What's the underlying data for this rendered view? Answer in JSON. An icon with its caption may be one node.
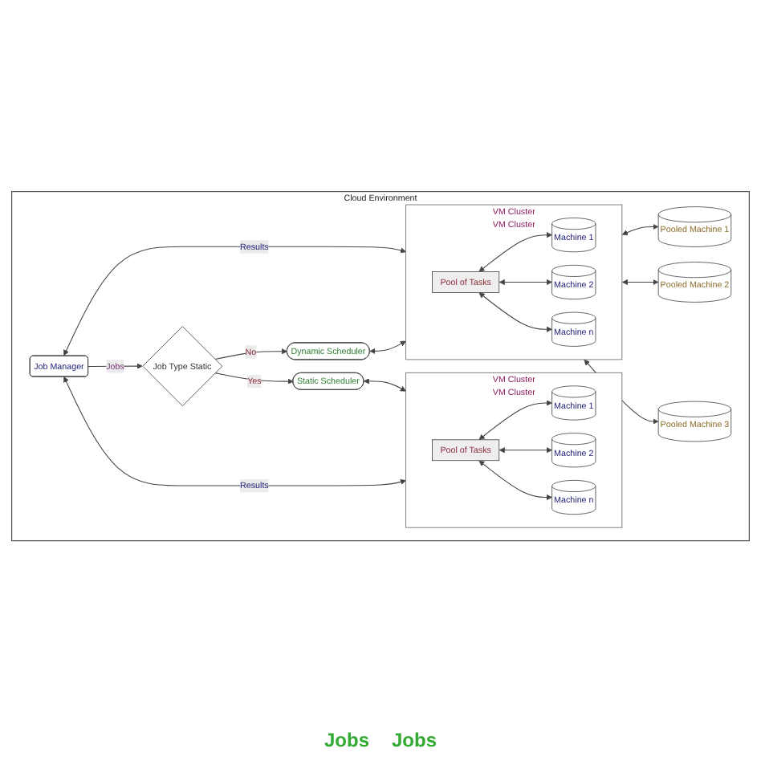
{
  "diagram": {
    "nodes": [
      {
        "text": [
          "Cloud Environment"
        ]
      },
      {
        "text": [
          "Job Manager"
        ],
        "in": 0
      },
      {
        "text": [
          "Job Type Static"
        ],
        "in": 0
      },
      {
        "text": [
          "Static Scheduler"
        ],
        "in": 0
      },
      {
        "text": [
          "Dynamic Scheduler"
        ],
        "in": 0
      },
      {
        "text": [
          "VM Cluster",
          "VM Cluster"
        ],
        "in": 0
      },
      {
        "text": [
          "Pool of Tasks"
        ],
        "in": 5
      },
      {
        "text": [
          "Machine 1"
        ],
        "in": 5
      },
      {
        "text": [
          "Machine 2"
        ],
        "in": 5
      },
      {
        "text": [
          "Machine n"
        ],
        "in": 5
      },
      {
        "text": [
          "VM Cluster",
          "VM Cluster"
        ],
        "in": 0
      },
      {
        "text": [
          "Pool of Tasks"
        ],
        "in": 10
      },
      {
        "text": [
          "Machine 1"
        ],
        "in": 10
      },
      {
        "text": [
          "Machine 2"
        ],
        "in": 10
      },
      {
        "text": [
          "Machine n"
        ],
        "in": 10
      },
      {
        "text": [
          "Pooled Machine 1"
        ],
        "in": 0
      },
      {
        "text": [
          "Pooled Machine 2"
        ],
        "in": 0
      },
      {
        "text": [
          "Pooled Machine 3"
        ],
        "in": 0
      }
    ],
    "edges": [
      {
        "from": 1,
        "to": 5,
        "arrow": "both",
        "label": "Results"
      },
      {
        "from": 1,
        "to": 2,
        "arrow": "to",
        "label": "Jobs"
      },
      {
        "from": 2,
        "to": 3,
        "arrow": "to",
        "label": "Yes"
      },
      {
        "from": 2,
        "to": 4,
        "arrow": "to",
        "label": "No"
      },
      {
        "from": 3,
        "to": 5,
        "arrow": "both"
      },
      {
        "from": 4,
        "to": 10,
        "arrow": "both"
      },
      {
        "from": 1,
        "to": 10,
        "arrow": "both",
        "label": "Results"
      },
      {
        "from": 6,
        "to": 7,
        "arrow": "both"
      },
      {
        "from": 6,
        "to": 8,
        "arrow": "both"
      },
      {
        "from": 6,
        "to": 9,
        "arrow": "both"
      },
      {
        "from": 11,
        "to": 12,
        "arrow": "both"
      },
      {
        "from": 11,
        "to": 13,
        "arrow": "both"
      },
      {
        "from": 11,
        "to": 14,
        "arrow": "both"
      },
      {
        "from": 10,
        "to": 15,
        "arrow": "both"
      },
      {
        "from": 10,
        "to": 16,
        "arrow": "both"
      },
      {
        "from": 10,
        "to": 17,
        "arrow": "both"
      }
    ],
    "labels": [
      "Jobs",
      "Jobs"
    ]
  }
}
